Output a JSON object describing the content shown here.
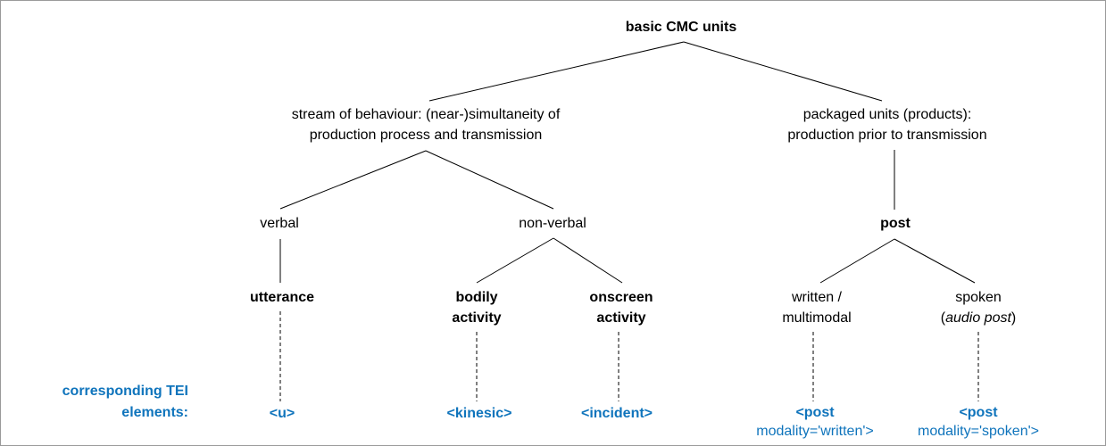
{
  "colors": {
    "accent_blue": "#0F74BC",
    "text": "#000000",
    "line": "#000000",
    "border": "#9A9A9A",
    "background": "#FFFFFF"
  },
  "tree": {
    "root": {
      "label": "basic CMC units"
    },
    "stream": {
      "line1": "stream of behaviour: (near-)simultaneity of",
      "line2": "production process and transmission"
    },
    "packaged": {
      "line1": "packaged units (products):",
      "line2": "production prior to transmission"
    },
    "verbal": {
      "label": "verbal"
    },
    "nonverbal": {
      "label": "non-verbal"
    },
    "post": {
      "label": "post"
    },
    "utterance": {
      "label": "utterance"
    },
    "bodily": {
      "line1": "bodily",
      "line2": "activity"
    },
    "onscreen": {
      "line1": "onscreen",
      "line2": "activity"
    },
    "written": {
      "line1": "written /",
      "line2": "multimodal"
    },
    "spoken": {
      "line1": "spoken",
      "line2_open": "(",
      "line2_italic": "audio post",
      "line2_close": ")"
    }
  },
  "tei": {
    "caption_line1": "corresponding TEI",
    "caption_line2": "elements:",
    "u": "<u>",
    "kinesic": "<kinesic>",
    "incident": "<incident>",
    "post_written_line1": "<post",
    "post_written_line2": "modality='written'>",
    "post_spoken_line1": "<post",
    "post_spoken_line2": "modality='spoken'>"
  }
}
